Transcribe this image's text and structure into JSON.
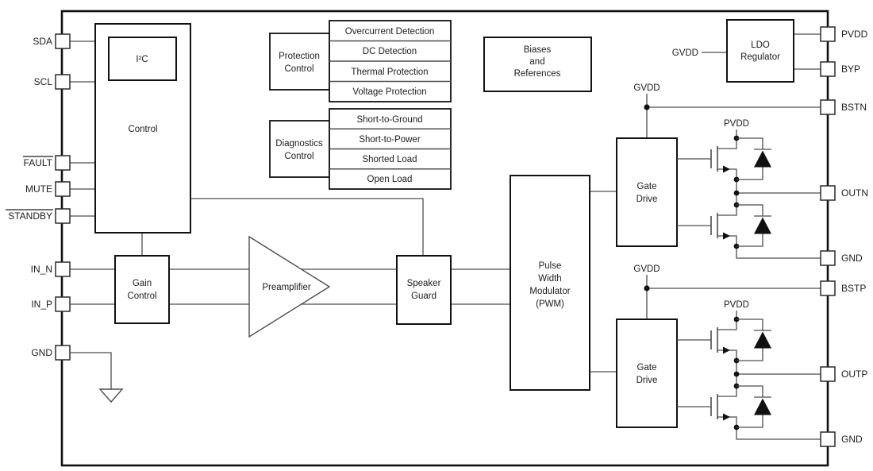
{
  "pins": {
    "left": [
      {
        "label": "SDA",
        "overline": false
      },
      {
        "label": "SCL",
        "overline": false
      },
      {
        "label": "FAULT",
        "overline": true
      },
      {
        "label": "MUTE",
        "overline": false
      },
      {
        "label": "STANDBY",
        "overline": true
      },
      {
        "label": "IN_N",
        "overline": false
      },
      {
        "label": "IN_P",
        "overline": false
      },
      {
        "label": "GND",
        "overline": false
      }
    ],
    "right": [
      {
        "label": "PVDD"
      },
      {
        "label": "BYP"
      },
      {
        "label": "BSTN"
      },
      {
        "label": "OUTN"
      },
      {
        "label": "GND"
      },
      {
        "label": "BSTP"
      },
      {
        "label": "OUTP"
      },
      {
        "label": "GND"
      }
    ]
  },
  "blocks": {
    "control": "Control",
    "i2c": "I²C",
    "protection_title_1": "Protection",
    "protection_title_2": "Control",
    "protection_items": [
      "Overcurrent Detection",
      "DC Detection",
      "Thermal Protection",
      "Voltage Protection"
    ],
    "diagnostics_title_1": "Diagnostics",
    "diagnostics_title_2": "Control",
    "diagnostics_items": [
      "Short-to-Ground",
      "Short-to-Power",
      "Shorted Load",
      "Open Load"
    ],
    "biases_1": "Biases",
    "biases_2": "and",
    "biases_3": "References",
    "ldo_1": "LDO",
    "ldo_2": "Regulator",
    "gain_1": "Gain",
    "gain_2": "Control",
    "preamp": "Preamplifier",
    "speaker_guard_1": "Speaker",
    "speaker_guard_2": "Guard",
    "pwm_1": "Pulse",
    "pwm_2": "Width",
    "pwm_3": "Modulator",
    "pwm_4": "(PWM)",
    "gate_drive_1": "Gate",
    "gate_drive_2": "Drive"
  },
  "net_labels": {
    "gvdd": "GVDD",
    "pvdd": "PVDD"
  },
  "colors": {
    "wire": "#4d4d4d",
    "border": "#111111",
    "background": "#ffffff",
    "text": "#1c1c1c"
  }
}
